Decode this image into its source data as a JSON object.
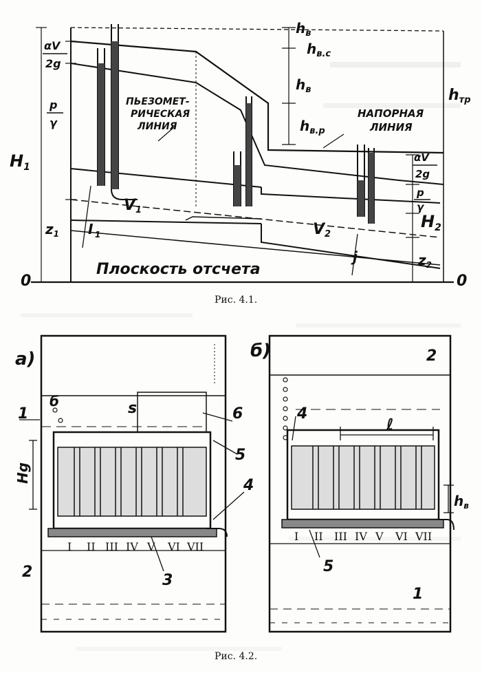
{
  "figure1": {
    "caption": "Рис. 4.1.",
    "labels": {
      "h_v_top": "h",
      "h_v_top_sub": "в",
      "h_vs": "h",
      "h_vs_sub": "в.с",
      "h_v_mid": "h",
      "h_v_mid_sub": "в",
      "h_vr": "h",
      "h_vr_sub": "в.р",
      "h_tr": "h",
      "h_tr_sub": "тр",
      "H1": "H",
      "H1_sub": "1",
      "H2": "H",
      "H2_sub": "2",
      "z1": "z",
      "z1_sub": "1",
      "z2": "z",
      "z2_sub": "2",
      "V1": "V",
      "V1_sub": "1",
      "V2": "V",
      "V2_sub": "2",
      "alpha_v1_num": "αV",
      "alpha_v1_den": "2g",
      "p1_num": "p",
      "p1_den": "γ",
      "alpha_v2_num": "αV",
      "alpha_v2_den": "2g",
      "p2_num": "p",
      "p2_den": "γ",
      "piezo_line_1": "ПЬЕЗОМЕТ-",
      "piezo_line_2": "РИЧЕСКАЯ",
      "piezo_line_3": "ЛИНИЯ",
      "pressure_line_1": "НАПОРНАЯ",
      "pressure_line_2": "ЛИНИЯ",
      "datum_plane": "Плоскость отсчета",
      "zero_left": "0",
      "zero_right": "0",
      "section_1": "I",
      "section_1b": "1",
      "section_2": "j"
    }
  },
  "figure2": {
    "caption": "Рис. 4.2.",
    "panel_a": {
      "letter": "а)",
      "labels": {
        "n1": "1",
        "n2": "2",
        "n3": "3",
        "n4": "4",
        "n5": "5",
        "n6": "6",
        "n6b": "б",
        "Hg": "Hg",
        "s": "s"
      },
      "sections": [
        "I",
        "II",
        "III",
        "IV",
        "V",
        "VI",
        "VII"
      ]
    },
    "panel_b": {
      "letter": "б)",
      "labels": {
        "n1": "1",
        "n2": "2",
        "n4": "4",
        "n5": "5",
        "l": "ℓ",
        "hv": "h",
        "hv_sub": "в"
      },
      "sections": [
        "I",
        "II",
        "III",
        "IV",
        "V",
        "VI",
        "VII"
      ]
    }
  }
}
